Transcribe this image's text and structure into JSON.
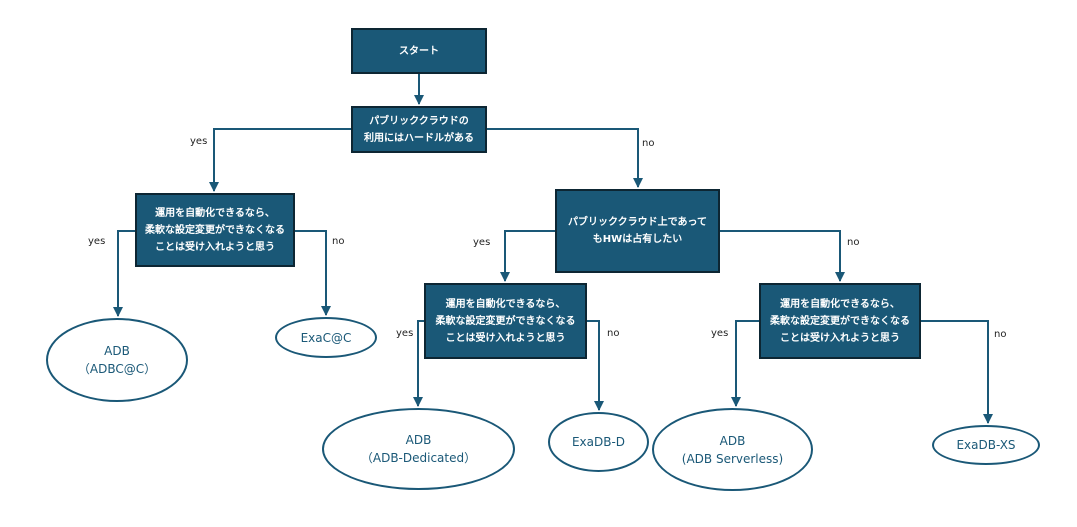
{
  "nodes": {
    "start": {
      "lines": [
        "スタート"
      ]
    },
    "q_public_cloud": {
      "lines": [
        "パブリッククラウドの",
        "利用にはハードルがある"
      ]
    },
    "q_auto_ops_left": {
      "lines": [
        "運用を自動化できるなら、",
        "柔軟な設定変更ができなくなる",
        "ことは受け入れようと思う"
      ]
    },
    "q_hw_dedicated": {
      "lines": [
        "パブリッククラウド上であって",
        "もHWは占有したい"
      ]
    },
    "q_auto_ops_mid": {
      "lines": [
        "運用を自動化できるなら、",
        "柔軟な設定変更ができなくなる",
        "ことは受け入れようと思う"
      ]
    },
    "q_auto_ops_right": {
      "lines": [
        "運用を自動化できるなら、",
        "柔軟な設定変更ができなくなる",
        "ことは受け入れようと思う"
      ]
    },
    "r_adbc": {
      "lines": [
        "ADB",
        "（ADBC@C）"
      ]
    },
    "r_exacc": {
      "lines": [
        "ExaC@C"
      ]
    },
    "r_adb_dedicated": {
      "lines": [
        "ADB",
        "（ADB-Dedicated）"
      ]
    },
    "r_exadb_d": {
      "lines": [
        "ExaDB-D"
      ]
    },
    "r_adb_serverless": {
      "lines": [
        "ADB",
        "(ADB Serverless)"
      ]
    },
    "r_exadb_xs": {
      "lines": [
        "ExaDB-XS"
      ]
    }
  },
  "edge_labels": {
    "public_yes": "yes",
    "public_no": "no",
    "left_yes": "yes",
    "left_no": "no",
    "hw_yes": "yes",
    "hw_no": "no",
    "mid_yes": "yes",
    "mid_no": "no",
    "right_yes": "yes",
    "right_no": "no"
  },
  "colors": {
    "box_fill": "#1a5877",
    "box_border": "#0d2633",
    "connector": "#1a5877",
    "oval_border": "#1a5877",
    "oval_text": "#1a5877"
  }
}
